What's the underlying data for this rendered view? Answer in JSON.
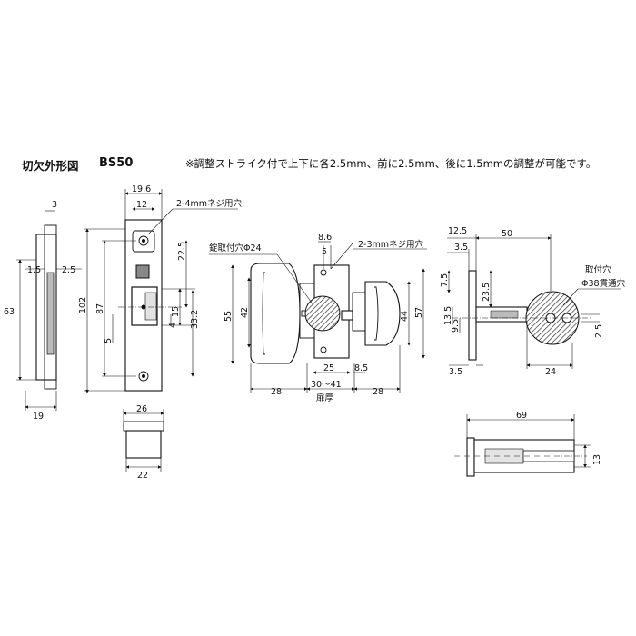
{
  "header": {
    "title": "切欠外形図",
    "model": "BS50",
    "note": "※調整ストライク付で上下に各2.5mm、前に2.5mm、後に1.5mmの調整が可能です。"
  },
  "strike_view": {
    "dims": [
      "3",
      "1.5",
      "2.5",
      "63",
      "19"
    ]
  },
  "front_plate_view": {
    "dims": [
      "19.6",
      "12",
      "22.5",
      "102",
      "87",
      "5",
      "15",
      "4",
      "33.2"
    ],
    "callout": "2-4mmネジ用穴"
  },
  "bottom_view": {
    "dims": [
      "26",
      "22"
    ]
  },
  "knob_assembly_view": {
    "dims": [
      "8.6",
      "5",
      "55",
      "42",
      "44",
      "57",
      "25",
      "8.5",
      "28",
      "30～41",
      "28"
    ],
    "callouts": [
      "錠取付穴Φ24",
      "2-3mmネジ用穴"
    ],
    "door_label": "扉厚"
  },
  "side_section_view": {
    "dims": [
      "12.5",
      "50",
      "3.5",
      "7.5",
      "23.5",
      "13.5",
      "9.5",
      "2.5",
      "3.5",
      "24"
    ],
    "callouts": [
      "取付穴",
      "Φ38貫通穴"
    ]
  },
  "latch_view": {
    "dims": [
      "69",
      "13"
    ]
  }
}
